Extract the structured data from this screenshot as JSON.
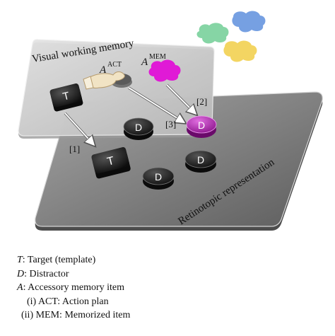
{
  "labels": {
    "top_plane": "Visual working memory",
    "bottom_plane": "Retinotopic representation",
    "a_act_base": "A",
    "a_act_sup": "ACT",
    "a_mem_base": "A",
    "a_mem_sup": "MEM",
    "step1": "[1]",
    "step2": "[2]",
    "step3": "[3]"
  },
  "chips": {
    "target_letter": "T",
    "distractor_letter": "D"
  },
  "legend": {
    "t_symbol": "T",
    "t_text": ": Target (template)",
    "d_symbol": "D",
    "d_text": ": Distractor",
    "a_symbol": "A",
    "a_text": ": Accessory memory item",
    "item1": "(i) ACT: Action plan",
    "item2": "(ii) MEM: Memorized item"
  },
  "colors": {
    "blob_green": "#7fd3a0",
    "blob_blue": "#6f9be0",
    "blob_yellow": "#f2d35a",
    "mem_blob": "#e01ad6",
    "memorized_distractor": "#b31fb0",
    "chip_dark": "#1c1c1c",
    "top_plane": "#c9c9c9",
    "bottom_plane": "#7d7d7d"
  }
}
